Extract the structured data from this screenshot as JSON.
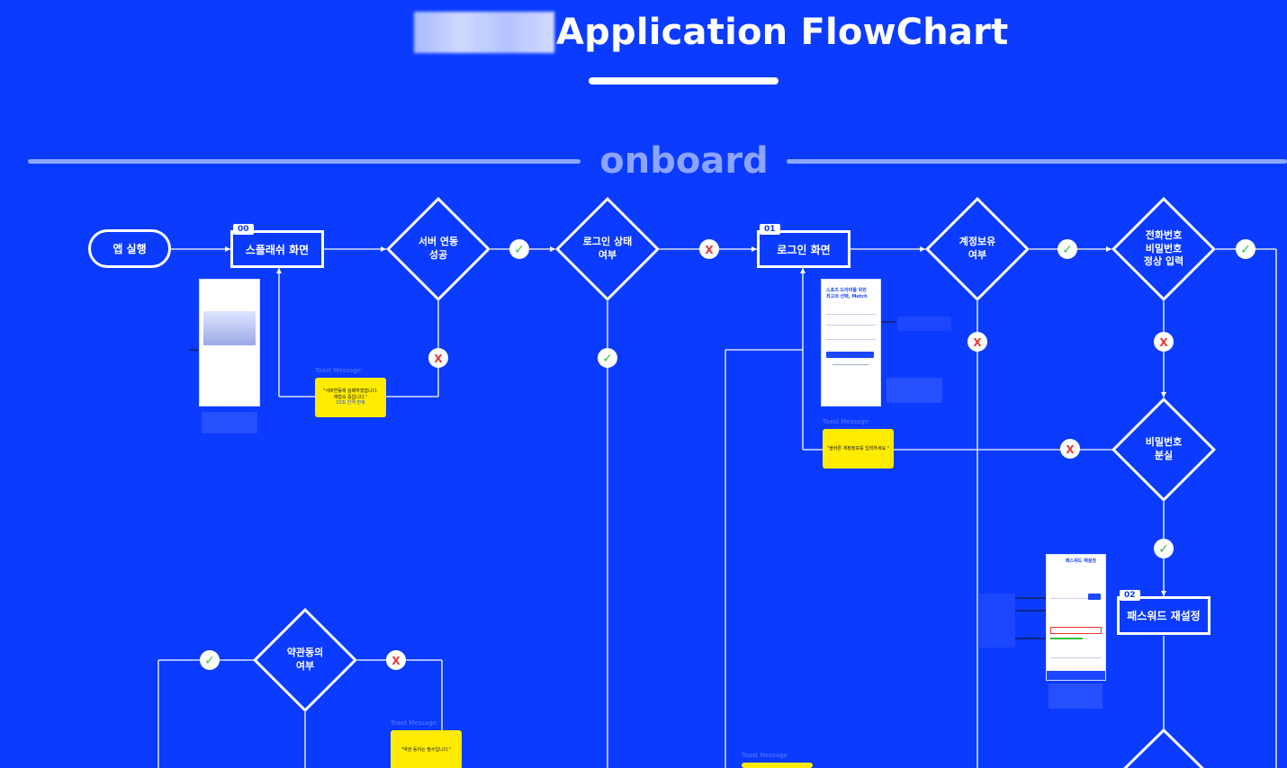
{
  "header": {
    "title": "Application FlowChart"
  },
  "section": {
    "title": "onboard"
  },
  "nodes": {
    "app_start": "앱 실행",
    "splash": {
      "num": "00",
      "label": "스플래쉬 화면"
    },
    "server_ok": "서버 연동\n성공",
    "login_state": "로그인 상태\n여부",
    "login_screen": {
      "num": "01",
      "label": "로그인 화면"
    },
    "account_exists": "계정보유\n여부",
    "phone_pw": "전화번호\n비밀번호\n정상 입력",
    "pw_lost": "비밀번호\n분실",
    "pw_reset": {
      "num": "02",
      "label": "패스워드 재설정"
    },
    "terms": "약관동의\n여부"
  },
  "toasts": {
    "label": "Toast Message",
    "server_fail": {
      "line1": "\"서버연동에 실패하였습니다.",
      "line2": "재접속 중입니다.\"",
      "line3": "10초 간격 반복"
    },
    "account": "\"올바른 계정정보를 입력하세요.\"",
    "terms": "\"약관 동의는 필수입니다.\""
  },
  "login_phone": {
    "heading": "스포츠 드라마를 위한\n최고의 선택, Metch"
  },
  "reset_phone": {
    "heading": "패스워드 재설정"
  },
  "marks": {
    "check": "✓",
    "cross": "X"
  },
  "colors": {
    "background": "#0b3bff",
    "toast": "#ffec00",
    "check_green": "#2ec23a",
    "cross_red": "#e53935"
  }
}
